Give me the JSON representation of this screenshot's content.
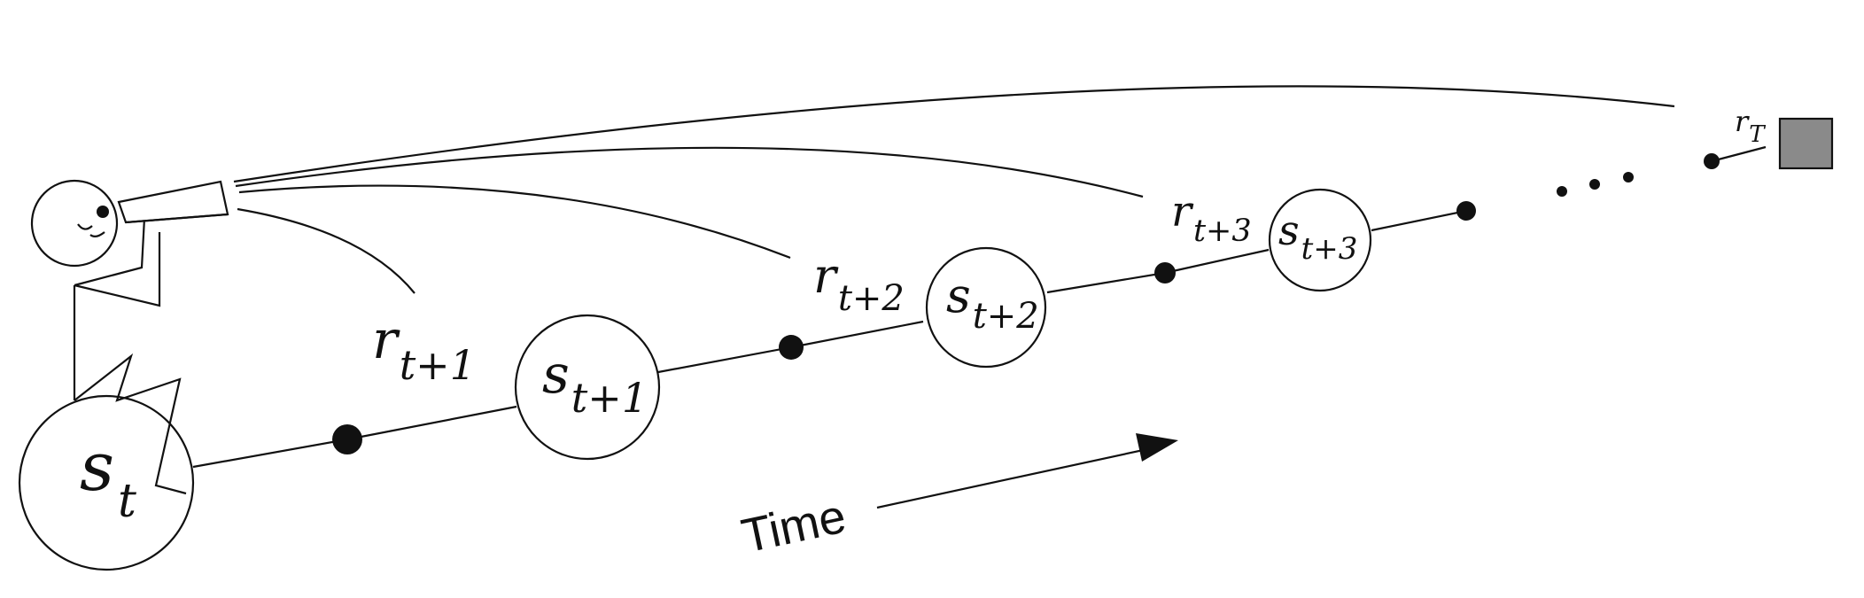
{
  "states": [
    {
      "letter": "s",
      "sub": "t"
    },
    {
      "letter": "s",
      "sub": "t+1"
    },
    {
      "letter": "s",
      "sub": "t+2"
    },
    {
      "letter": "s",
      "sub": "t+3"
    }
  ],
  "rewards": [
    {
      "letter": "r",
      "sub": "t+1"
    },
    {
      "letter": "r",
      "sub": "t+2"
    },
    {
      "letter": "r",
      "sub": "t+3"
    },
    {
      "letter": "r",
      "sub": "T"
    }
  ],
  "ellipsis": ". . .",
  "time_label": "Time",
  "colors": {
    "ink": "#111111",
    "terminal_fill": "#8a8a8a"
  }
}
